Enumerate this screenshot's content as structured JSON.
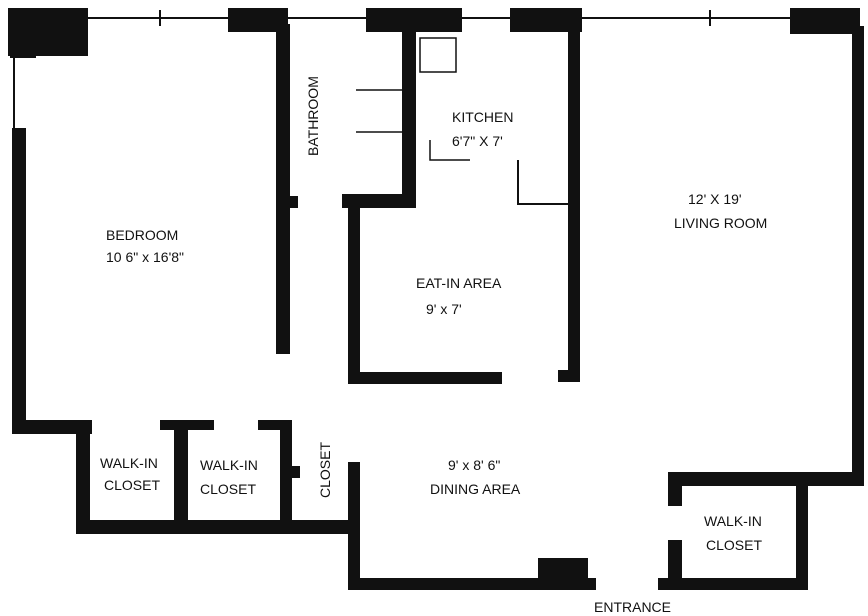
{
  "rooms": {
    "bedroom": {
      "name": "BEDROOM",
      "size": "10 6\" x 16'8\""
    },
    "bathroom": {
      "name": "BATHROOM"
    },
    "kitchen": {
      "name": "KITCHEN",
      "size": "6'7\" X 7'"
    },
    "living_room": {
      "name": "LIVING ROOM",
      "size": "12' X 19'"
    },
    "eat_in_area": {
      "name": "EAT-IN AREA",
      "size": "9' x 7'"
    },
    "dining_area": {
      "name": "DINING AREA",
      "size": "9' x 8' 6\""
    },
    "walk_in_closet_1": {
      "line1": "WALK-IN",
      "line2": "CLOSET"
    },
    "walk_in_closet_2": {
      "line1": "WALK-IN",
      "line2": "CLOSET"
    },
    "walk_in_closet_3": {
      "line1": "WALK-IN",
      "line2": "CLOSET"
    },
    "closet": {
      "name": "CLOSET"
    }
  },
  "entrance": {
    "label": "ENTRANCE"
  },
  "colors": {
    "wall": "#111111",
    "background": "#ffffff"
  }
}
